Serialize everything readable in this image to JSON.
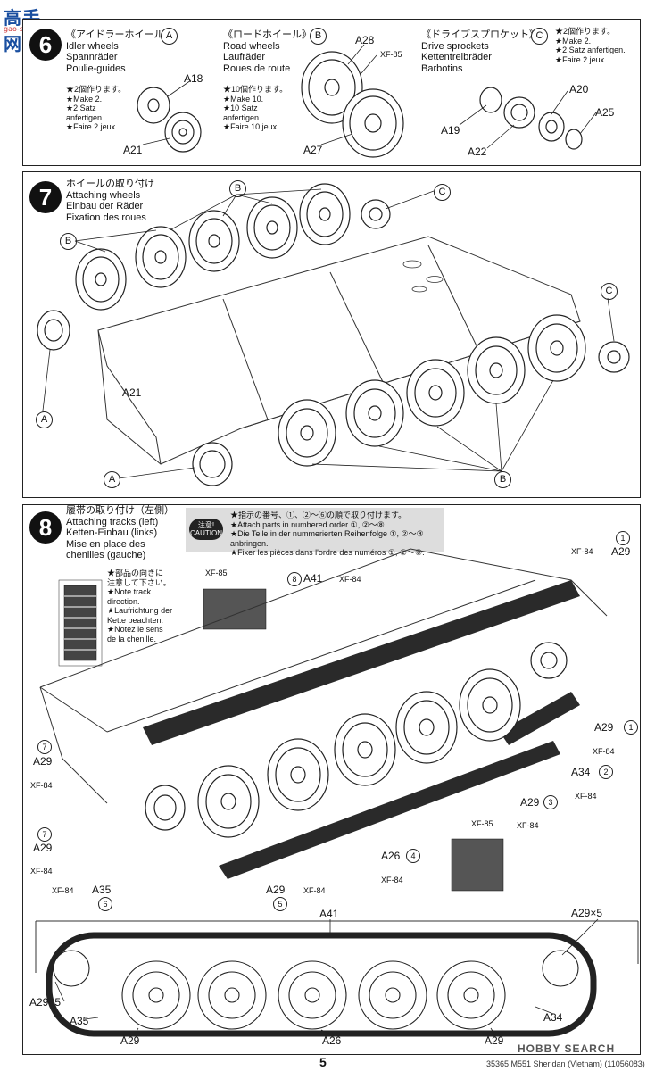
{
  "watermark": {
    "site": "高手网",
    "url": "gao-shou.com"
  },
  "step6": {
    "number": "6",
    "idler": {
      "jp": "《アイドラーホイール》",
      "en": "Idler wheels",
      "de": "Spannräder",
      "fr": "Poulie-guides",
      "tag": "A",
      "note": [
        "★2個作ります。",
        "★Make 2.",
        "★2 Satz",
        "anfertigen.",
        "★Faire 2 jeux."
      ],
      "parts": [
        "A18",
        "A21"
      ]
    },
    "road": {
      "jp": "《ロードホイール》",
      "en": "Road wheels",
      "de": "Laufräder",
      "fr": "Roues de route",
      "tag": "B",
      "note": [
        "★10個作ります。",
        "★Make 10.",
        "★10 Satz",
        "anfertigen.",
        "★Faire 10 jeux."
      ],
      "parts": [
        "A28",
        "A27"
      ],
      "paint": "XF-85"
    },
    "sprocket": {
      "jp": "《ドライブスプロケット》",
      "en": "Drive sprockets",
      "de": "Kettentreibräder",
      "fr": "Barbotins",
      "tag": "C",
      "note": [
        "★2個作ります。",
        "★Make 2.",
        "★2 Satz anfertigen.",
        "★Faire 2 jeux."
      ],
      "parts": [
        "A20",
        "A25",
        "A19",
        "A22"
      ]
    }
  },
  "step7": {
    "number": "7",
    "title": [
      "ホイールの取り付け",
      "Attaching wheels",
      "Einbau der Räder",
      "Fixation des roues"
    ],
    "tags": {
      "a": "A",
      "b": "B",
      "c": "C"
    },
    "parts": [
      "A21"
    ]
  },
  "step8": {
    "number": "8",
    "title": [
      "履帯の取り付け（左側）",
      "Attaching tracks (left)",
      "Ketten-Einbau (links)",
      "Mise en place des",
      "chenilles (gauche)"
    ],
    "caution": {
      "tag": [
        "注意!",
        "CAUTION"
      ],
      "lines": [
        "★指示の番号、①、②～⑥の順で取り付けます。",
        "★Attach parts in numbered order ①, ②～⑧.",
        "★Die Teile in der nummerierten Reihenfolge ①, ②～⑧",
        "anbringen.",
        "★Fixer les pièces dans l'ordre des numéros ①, ②～⑧."
      ]
    },
    "direction_note": [
      "★部品の向きに",
      "注意して下さい。",
      "★Note track",
      "direction.",
      "★Laufrichtung der",
      "Kette beachten.",
      "★Notez le sens",
      "de la chenille."
    ],
    "paint": "XF-84",
    "paint2": "XF-85",
    "callouts": {
      "c1": {
        "num": "1",
        "part": "A29"
      },
      "c1b": {
        "num": "1",
        "part": "A29"
      },
      "c2": {
        "num": "2",
        "part": "A34"
      },
      "c3": {
        "num": "3",
        "part": "A29"
      },
      "c4": {
        "num": "4",
        "part": "A26"
      },
      "c5": {
        "num": "5",
        "part": "A29"
      },
      "c6": {
        "num": "6",
        "part": "A35"
      },
      "c7a": {
        "num": "7",
        "part": "A29"
      },
      "c7b": {
        "num": "7",
        "part": "A29"
      },
      "c8": {
        "num": "8",
        "part": "A41"
      }
    },
    "bottom": {
      "a41": "A41",
      "a29x5_top": "A29×5",
      "a29x5_left": "A29×5",
      "a35": "A35",
      "a34": "A34",
      "a29_l": "A29",
      "a26": "A26",
      "a29_r": "A29"
    }
  },
  "footer": {
    "page": "5",
    "code": "35365  M551 Sheridan (Vietnam) (11056083)",
    "logo": "HOBBY SEARCH"
  }
}
